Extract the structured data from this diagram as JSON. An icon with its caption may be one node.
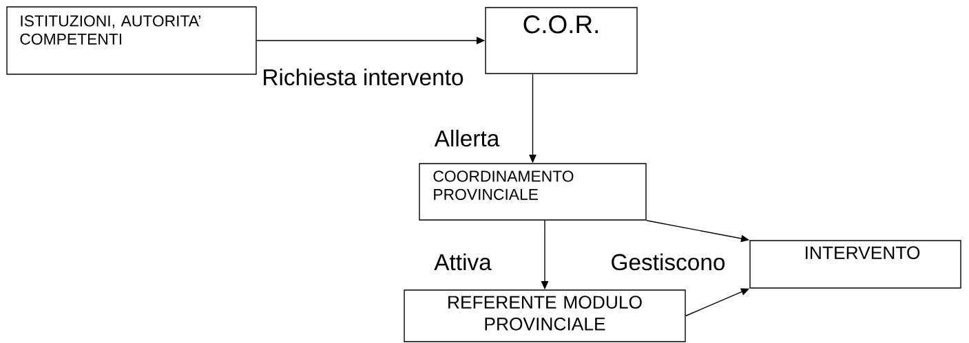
{
  "diagram": {
    "nodes": [
      {
        "text": [
          "ISTITUZIONI, AUTORITA’ COMPETENTI"
        ]
      },
      {
        "text": [
          "C.O.R."
        ]
      },
      {
        "text": [
          "COORDINAMENTO PROVINCIALE"
        ]
      },
      {
        "text": [
          "INTERVENTO"
        ]
      },
      {
        "text": [
          "REFERENTE MODULO PROVINCIALE"
        ]
      }
    ],
    "edges": [
      {
        "from": 0,
        "to": 1,
        "arrow": "to",
        "label": "Richiesta intervento"
      },
      {
        "from": 1,
        "to": 2,
        "arrow": "to",
        "label": "Allerta"
      },
      {
        "from": 2,
        "to": 4,
        "arrow": "to",
        "label": "Attiva"
      },
      {
        "from": 2,
        "to": 3,
        "arrow": "to"
      },
      {
        "from": 4,
        "to": 3,
        "arrow": "to"
      }
    ],
    "labels": [
      "Gestiscono"
    ]
  }
}
